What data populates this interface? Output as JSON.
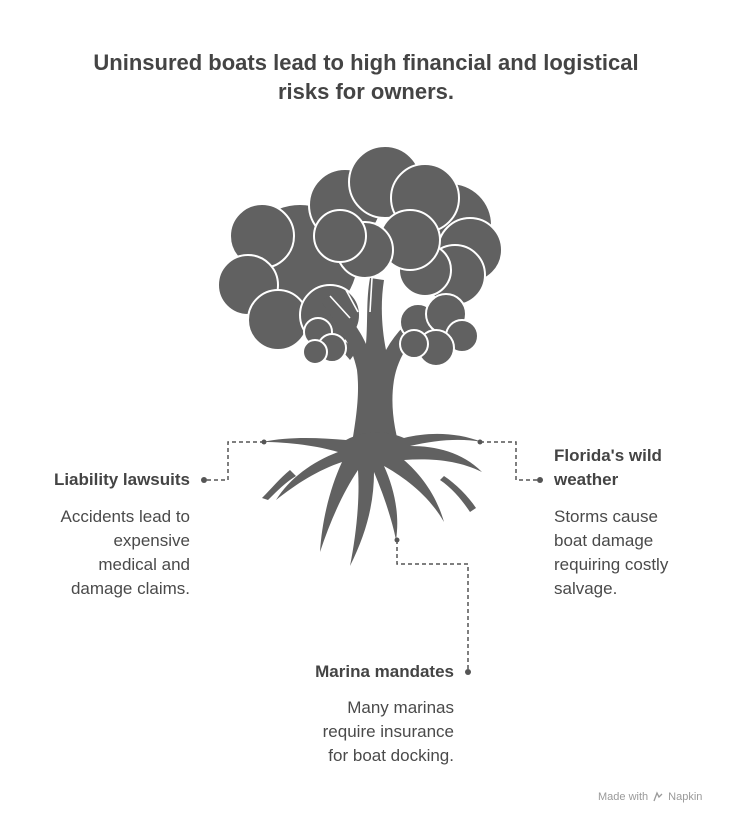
{
  "title": {
    "line1": "Uninsured boats lead to high financial and logistical",
    "line2": "risks for owners."
  },
  "items": {
    "liability": {
      "label": "Liability lawsuits",
      "desc": [
        "Accidents lead to",
        "expensive",
        "medical and",
        "damage claims."
      ]
    },
    "weather": {
      "label_line1": "Florida's wild",
      "label_line2": "weather",
      "desc": [
        "Storms cause",
        "boat damage",
        "requiring costly",
        "salvage."
      ]
    },
    "marina": {
      "label": "Marina mandates",
      "desc": [
        "Many marinas",
        "require insurance",
        "for boat docking."
      ]
    }
  },
  "watermark": {
    "prefix": "Made with",
    "brand": "Napkin",
    "icon": "napkin-logo-icon"
  },
  "colors": {
    "tree": "#616161",
    "text": "#444444",
    "connector": "#555555",
    "watermark": "#9a9a9a"
  }
}
